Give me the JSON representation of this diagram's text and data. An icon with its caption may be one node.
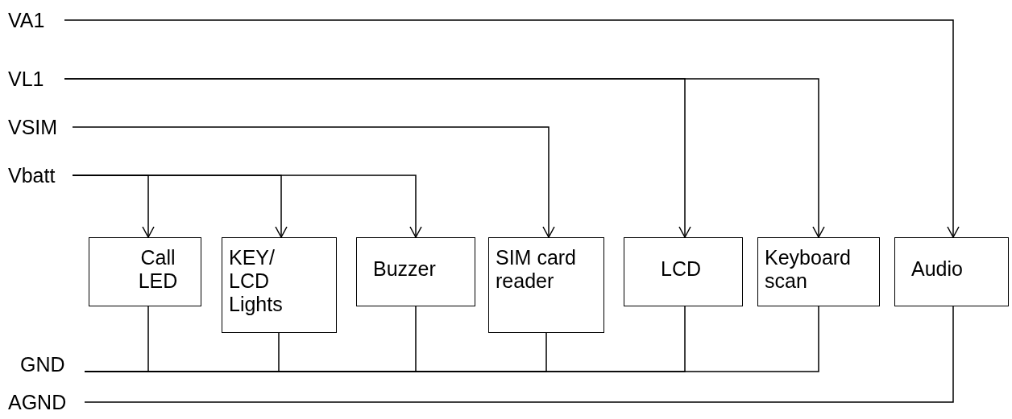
{
  "diagram": {
    "nodes": [
      {
        "text": [
          "VA1"
        ]
      },
      {
        "text": [
          "VL1"
        ]
      },
      {
        "text": [
          "VSIM"
        ]
      },
      {
        "text": [
          "Vbatt"
        ]
      },
      {
        "text": [
          "GND"
        ]
      },
      {
        "text": [
          "AGND"
        ]
      },
      {
        "text": [
          "Call LED"
        ]
      },
      {
        "text": [
          "KEY/ LCD Lights"
        ]
      },
      {
        "text": [
          "Buzzer"
        ]
      },
      {
        "text": [
          "SIM card reader"
        ]
      },
      {
        "text": [
          "LCD"
        ]
      },
      {
        "text": [
          "Keyboard scan"
        ]
      },
      {
        "text": [
          "Audio"
        ]
      }
    ],
    "edges": [
      {
        "from": 0,
        "to": 12,
        "arrow": "to"
      },
      {
        "from": 1,
        "to": 10,
        "arrow": "to"
      },
      {
        "from": 1,
        "to": 11,
        "arrow": "to"
      },
      {
        "from": 2,
        "to": 9,
        "arrow": "to"
      },
      {
        "from": 3,
        "to": 6,
        "arrow": "to"
      },
      {
        "from": 3,
        "to": 7,
        "arrow": "to"
      },
      {
        "from": 3,
        "to": 8,
        "arrow": "to"
      },
      {
        "from": 6,
        "to": 4,
        "arrow": "none"
      },
      {
        "from": 7,
        "to": 4,
        "arrow": "none"
      },
      {
        "from": 8,
        "to": 4,
        "arrow": "none"
      },
      {
        "from": 9,
        "to": 4,
        "arrow": "none"
      },
      {
        "from": 10,
        "to": 4,
        "arrow": "none"
      },
      {
        "from": 11,
        "to": 4,
        "arrow": "none"
      },
      {
        "from": 12,
        "to": 5,
        "arrow": "none"
      }
    ]
  }
}
